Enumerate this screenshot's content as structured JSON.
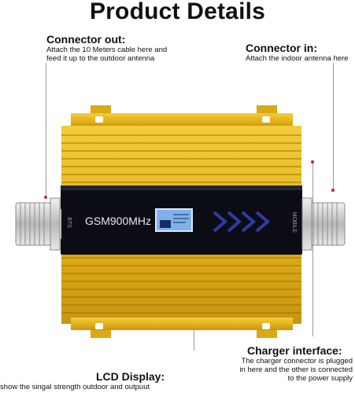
{
  "page": {
    "title": "Product Details"
  },
  "callouts": {
    "connector_out": {
      "title": "Connector out:",
      "text_line1": "Attach the 10 Meters cable here and",
      "text_line2": "feed it up to the outdoor antenna"
    },
    "connector_in": {
      "title": "Connector in:",
      "text_line1": "Attach the indoor antenna here"
    },
    "charger_interface": {
      "title": "Charger interface:",
      "text_line1": "The charger connector is plugged",
      "text_line2": "in here and the other is connected",
      "text_line3": "to the power supply"
    },
    "lcd_display": {
      "title": "LCD Display:",
      "text_line1": "show the singal strength outdoor and outpuut"
    }
  },
  "device": {
    "model_label": "GSM900MHz",
    "port_left_label": "BTS",
    "port_right_label": "MOBILE",
    "body_color": "#e2b21c",
    "panel_color": "#0c0d14",
    "arrow_color": "#2f3aa8"
  }
}
